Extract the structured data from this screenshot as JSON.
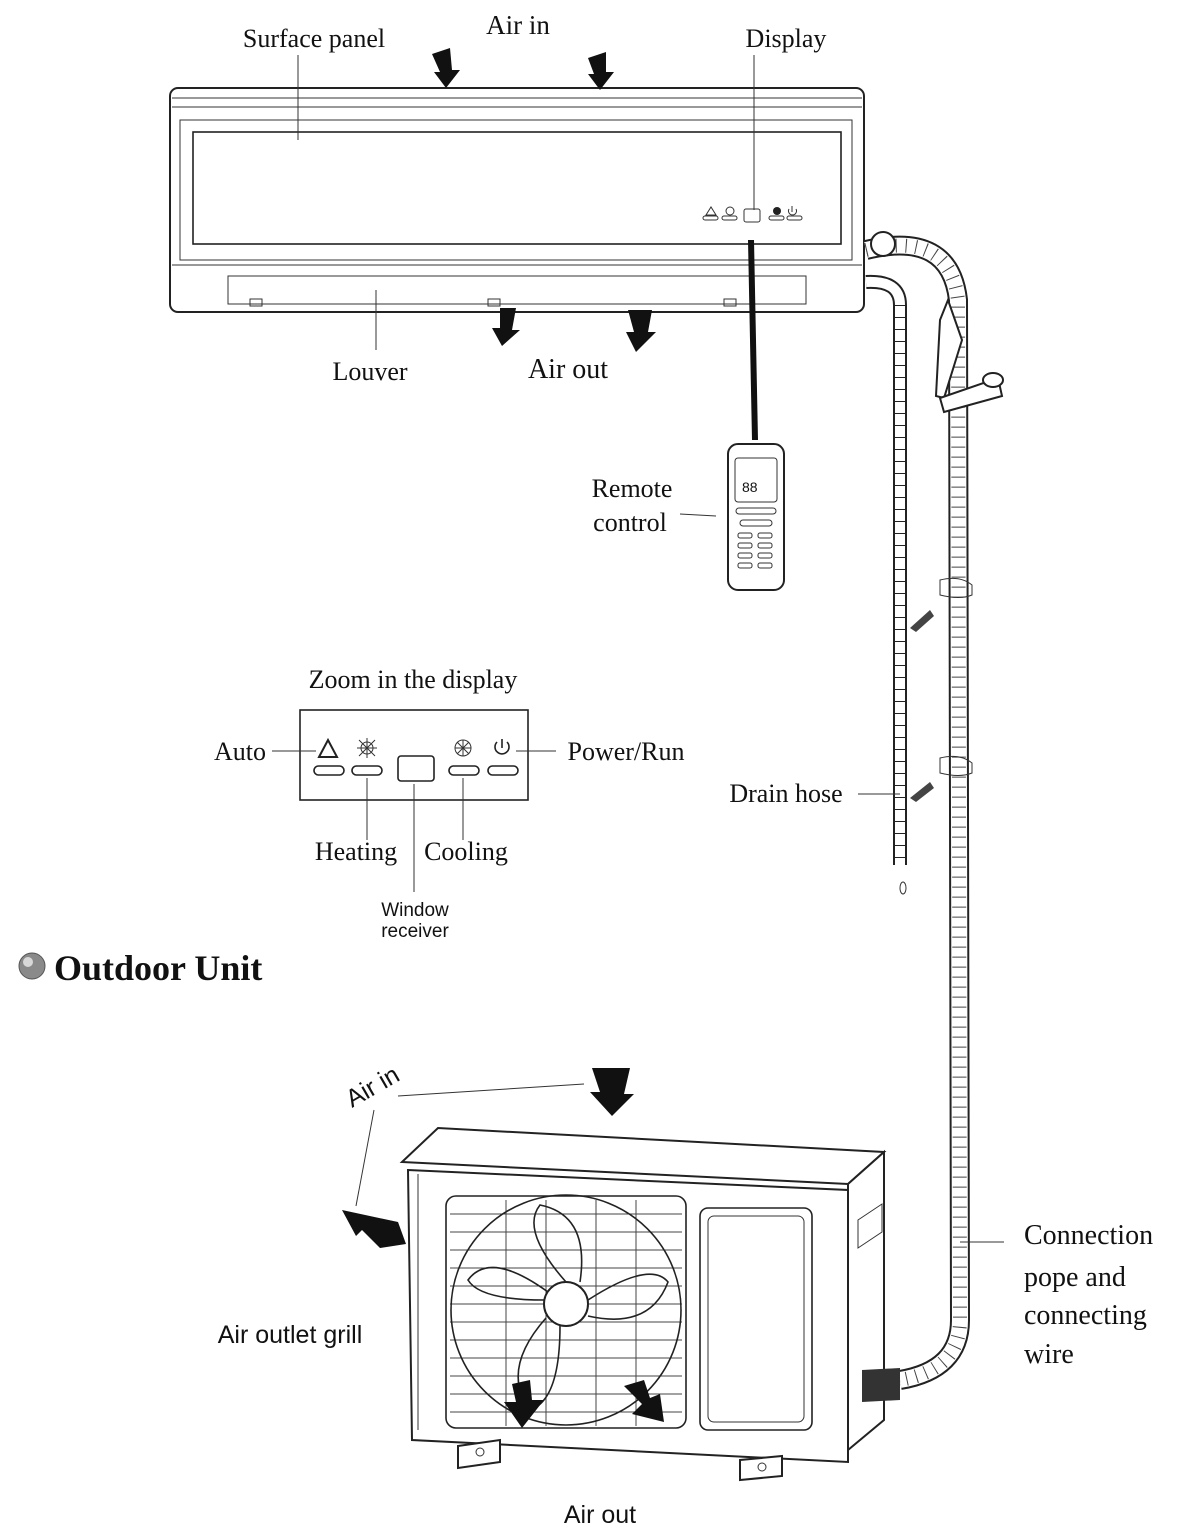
{
  "indoor": {
    "air_in": "Air in",
    "surface_panel": "Surface panel",
    "display": "Display",
    "louver": "Louver",
    "air_out": "Air out",
    "remote_line1": "Remote",
    "remote_line2": "control",
    "drain_hose": "Drain hose"
  },
  "zoom": {
    "title": "Zoom in the display",
    "auto": "Auto",
    "power_run": "Power/Run",
    "heating": "Heating",
    "cooling": "Cooling",
    "window_line1": "Window",
    "window_line2": "receiver"
  },
  "outdoor": {
    "section_title": "Outdoor Unit",
    "air_in": "Air in",
    "air_outlet_grill": "Air outlet grill",
    "air_out": "Air out",
    "connection_line1": "Connection",
    "connection_line2": "pope and",
    "connection_line3": "connecting",
    "connection_line4": "wire"
  },
  "icons": [
    "auto-icon",
    "heating-icon",
    "cooling-icon",
    "power-icon",
    "window-receiver-icon",
    "down-arrow-icon",
    "bullet-icon"
  ]
}
